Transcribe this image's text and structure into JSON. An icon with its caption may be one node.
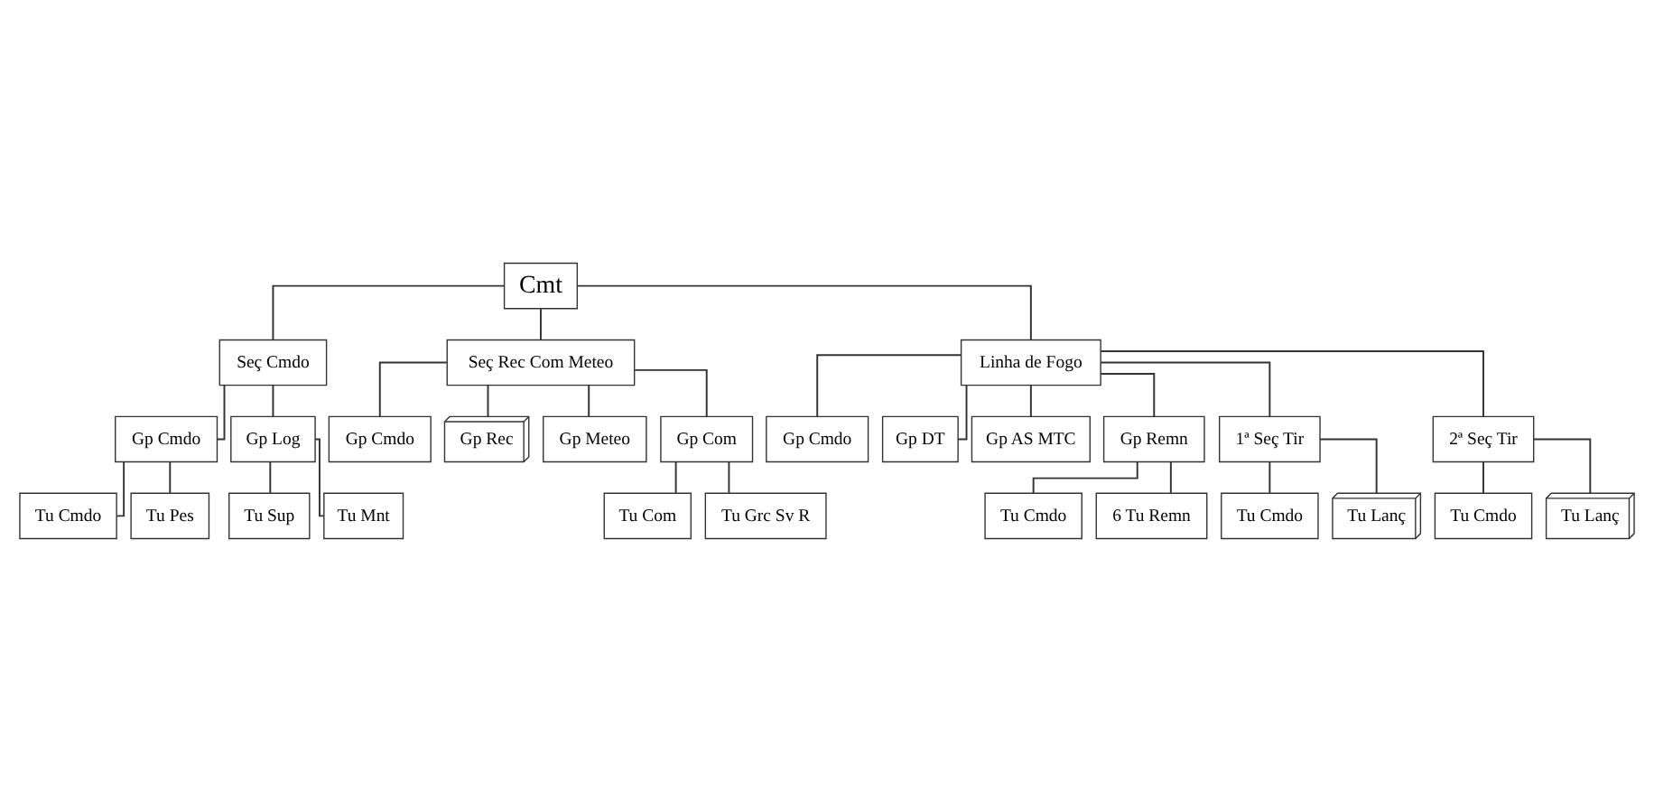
{
  "diagram": {
    "nodes": [
      {
        "text": [
          "Cmt"
        ]
      },
      {
        "text": [
          "Seç Cmdo"
        ]
      },
      {
        "text": [
          "Seç Rec Com Meteo"
        ]
      },
      {
        "text": [
          "Linha de Fogo"
        ]
      },
      {
        "text": [
          "Gp Cmdo"
        ]
      },
      {
        "text": [
          "Tu Cmdo"
        ]
      },
      {
        "text": [
          "Tu Pes"
        ]
      },
      {
        "text": [
          "Gp Log"
        ]
      },
      {
        "text": [
          "Tu Sup"
        ]
      },
      {
        "text": [
          "Tu Mnt"
        ]
      },
      {
        "text": [
          "Gp Cmdo"
        ]
      },
      {
        "text": [
          "Gp Rec"
        ]
      },
      {
        "text": [
          "Gp Meteo"
        ]
      },
      {
        "text": [
          "Gp Com"
        ]
      },
      {
        "text": [
          "Tu Com"
        ]
      },
      {
        "text": [
          "Tu Grc Sv R"
        ]
      },
      {
        "text": [
          "Gp Cmdo"
        ]
      },
      {
        "text": [
          "Gp DT"
        ]
      },
      {
        "text": [
          "Gp AS MTC"
        ]
      },
      {
        "text": [
          "Gp Remn"
        ]
      },
      {
        "text": [
          "Tu Cmdo"
        ]
      },
      {
        "text": [
          "6 Tu Remn"
        ]
      },
      {
        "text": [
          "1ª Seç Tir"
        ]
      },
      {
        "text": [
          "Tu Cmdo"
        ]
      },
      {
        "text": [
          "Tu Lanç"
        ]
      },
      {
        "text": [
          "2ª Seç Tir"
        ]
      },
      {
        "text": [
          "Tu Cmdo"
        ]
      },
      {
        "text": [
          "Tu Lanç"
        ]
      }
    ],
    "edges": [
      {
        "from": 0,
        "to": 1,
        "arrow": "none"
      },
      {
        "from": 0,
        "to": 2,
        "arrow": "none"
      },
      {
        "from": 0,
        "to": 3,
        "arrow": "none"
      },
      {
        "from": 1,
        "to": 4,
        "arrow": "none"
      },
      {
        "from": 1,
        "to": 7,
        "arrow": "none"
      },
      {
        "from": 4,
        "to": 5,
        "arrow": "none"
      },
      {
        "from": 4,
        "to": 6,
        "arrow": "none"
      },
      {
        "from": 7,
        "to": 8,
        "arrow": "none"
      },
      {
        "from": 7,
        "to": 9,
        "arrow": "none"
      },
      {
        "from": 2,
        "to": 10,
        "arrow": "none"
      },
      {
        "from": 2,
        "to": 11,
        "arrow": "none"
      },
      {
        "from": 2,
        "to": 12,
        "arrow": "none"
      },
      {
        "from": 2,
        "to": 13,
        "arrow": "none"
      },
      {
        "from": 13,
        "to": 14,
        "arrow": "none"
      },
      {
        "from": 13,
        "to": 15,
        "arrow": "none"
      },
      {
        "from": 3,
        "to": 16,
        "arrow": "none"
      },
      {
        "from": 3,
        "to": 17,
        "arrow": "none"
      },
      {
        "from": 3,
        "to": 18,
        "arrow": "none"
      },
      {
        "from": 3,
        "to": 19,
        "arrow": "none"
      },
      {
        "from": 3,
        "to": 22,
        "arrow": "none"
      },
      {
        "from": 3,
        "to": 25,
        "arrow": "none"
      },
      {
        "from": 19,
        "to": 20,
        "arrow": "none"
      },
      {
        "from": 19,
        "to": 21,
        "arrow": "none"
      },
      {
        "from": 22,
        "to": 23,
        "arrow": "none"
      },
      {
        "from": 22,
        "to": 24,
        "arrow": "none"
      },
      {
        "from": 25,
        "to": 26,
        "arrow": "none"
      },
      {
        "from": 25,
        "to": 27,
        "arrow": "none"
      }
    ]
  }
}
